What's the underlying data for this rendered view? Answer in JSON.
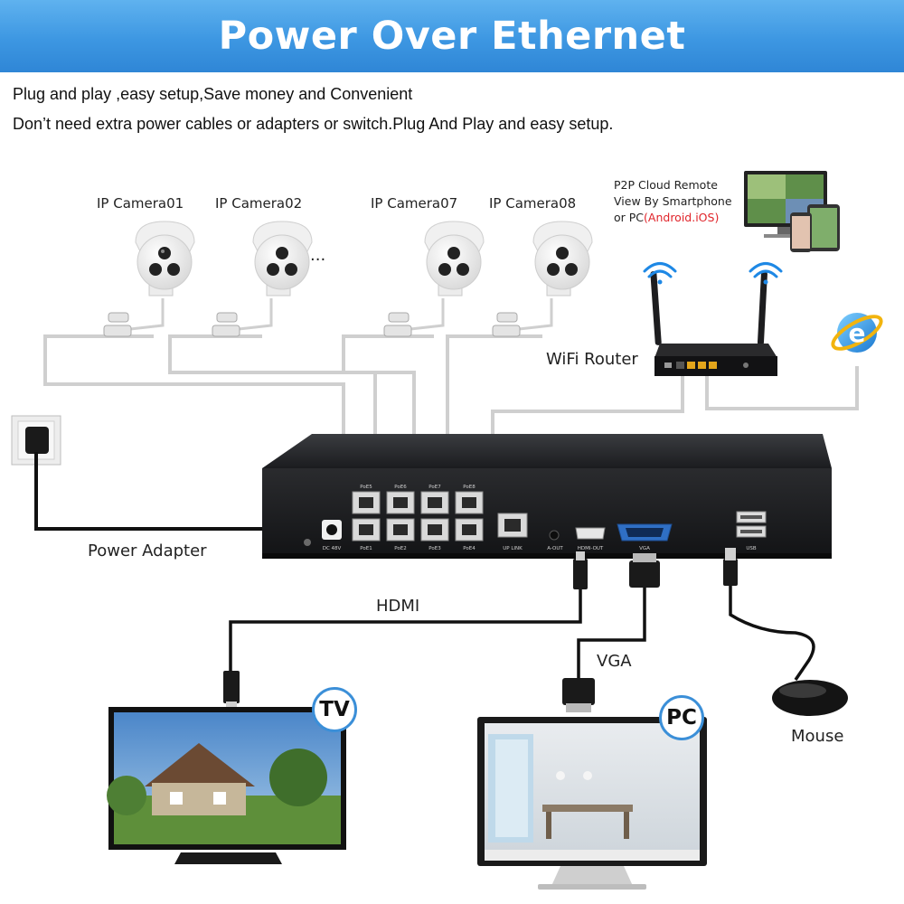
{
  "header": {
    "title": "Power Over Ethernet"
  },
  "intro": {
    "line1": "Plug and play ,easy setup,Save money and Convenient",
    "line2": "Don’t need extra power cables or adapters or switch.Plug And Play and easy setup."
  },
  "cameras": [
    {
      "label": "IP Camera01"
    },
    {
      "label": "IP Camera02"
    },
    {
      "label": "IP Camera07"
    },
    {
      "label": "IP Camera08"
    }
  ],
  "ellipsis": "...",
  "p2p": {
    "line1": "P2P Cloud Remote",
    "line2": "View By Smartphone",
    "line3_prefix": "or PC",
    "line3_highlight": "(Android.iOS)"
  },
  "router": {
    "label": "WiFi Router"
  },
  "power": {
    "label": "Power Adapter"
  },
  "nvr": {
    "ports_top": [
      "PoE5",
      "PoE6",
      "PoE7",
      "PoE8"
    ],
    "ports_bottom": [
      "PoE1",
      "PoE2",
      "PoE3",
      "PoE4"
    ],
    "dc_label": "DC 48V",
    "uplink_label": "UP LINK",
    "aout_label": "A-OUT",
    "hdmi_label": "HDMI-OUT",
    "vga_label": "VGA",
    "usb_label": "USB"
  },
  "outputs": {
    "hdmi": "HDMI",
    "vga": "VGA",
    "mouse": "Mouse"
  },
  "badges": {
    "tv": "TV",
    "pc": "PC"
  },
  "colors": {
    "banner": "#3d97e2",
    "badge_border": "#3b8fd8",
    "highlight": "#e0242a",
    "cable_gray": "#cfcfcf",
    "cable_black": "#111111"
  },
  "icons": [
    "wifi-icon",
    "internet-explorer-icon",
    "wall-socket-icon"
  ]
}
